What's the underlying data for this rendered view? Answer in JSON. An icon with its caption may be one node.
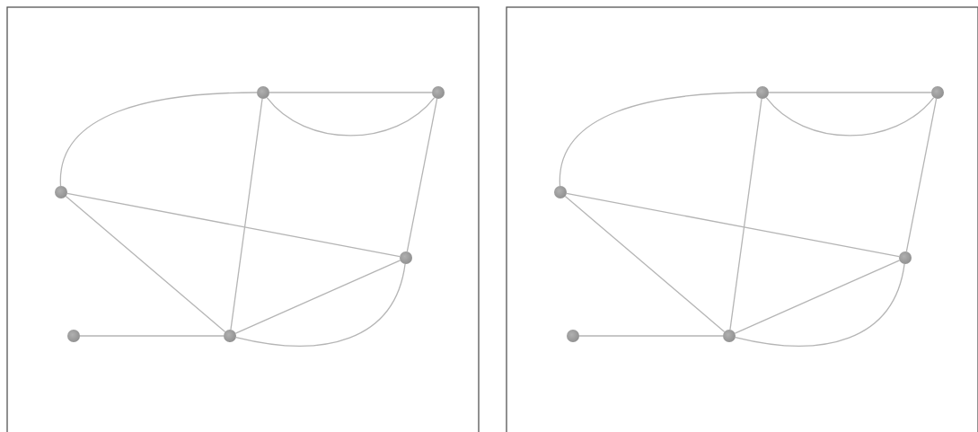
{
  "diagram": {
    "nodes": [
      {
        "text": [],
        "shape": "circle"
      },
      {
        "text": [],
        "shape": "circle"
      },
      {
        "text": [],
        "shape": "circle"
      },
      {
        "text": [],
        "shape": "circle"
      },
      {
        "text": [],
        "shape": "circle"
      },
      {
        "text": [],
        "shape": "circle"
      },
      {
        "text": [],
        "shape": "circle"
      },
      {
        "text": [],
        "shape": "circle"
      },
      {
        "text": [],
        "shape": "circle"
      },
      {
        "text": [],
        "shape": "circle"
      },
      {
        "text": [],
        "shape": "circle"
      },
      {
        "text": [],
        "shape": "circle"
      }
    ],
    "edges": [
      {
        "from": 2,
        "to": 0,
        "arrow": "none"
      },
      {
        "from": 0,
        "to": 1,
        "arrow": "none"
      },
      {
        "from": 0,
        "to": 1,
        "arrow": "none"
      },
      {
        "from": 0,
        "to": 5,
        "arrow": "none"
      },
      {
        "from": 1,
        "to": 3,
        "arrow": "none"
      },
      {
        "from": 2,
        "to": 3,
        "arrow": "none"
      },
      {
        "from": 2,
        "to": 5,
        "arrow": "none"
      },
      {
        "from": 5,
        "to": 3,
        "arrow": "none"
      },
      {
        "from": 4,
        "to": 5,
        "arrow": "none"
      },
      {
        "from": 5,
        "to": 3,
        "arrow": "none"
      },
      {
        "from": 8,
        "to": 6,
        "arrow": "none"
      },
      {
        "from": 6,
        "to": 7,
        "arrow": "none"
      },
      {
        "from": 6,
        "to": 7,
        "arrow": "none"
      },
      {
        "from": 6,
        "to": 11,
        "arrow": "none"
      },
      {
        "from": 7,
        "to": 9,
        "arrow": "none"
      },
      {
        "from": 8,
        "to": 9,
        "arrow": "none"
      },
      {
        "from": 8,
        "to": 11,
        "arrow": "none"
      },
      {
        "from": 11,
        "to": 9,
        "arrow": "none"
      },
      {
        "from": 10,
        "to": 11,
        "arrow": "none"
      },
      {
        "from": 11,
        "to": 9,
        "arrow": "none"
      }
    ]
  }
}
